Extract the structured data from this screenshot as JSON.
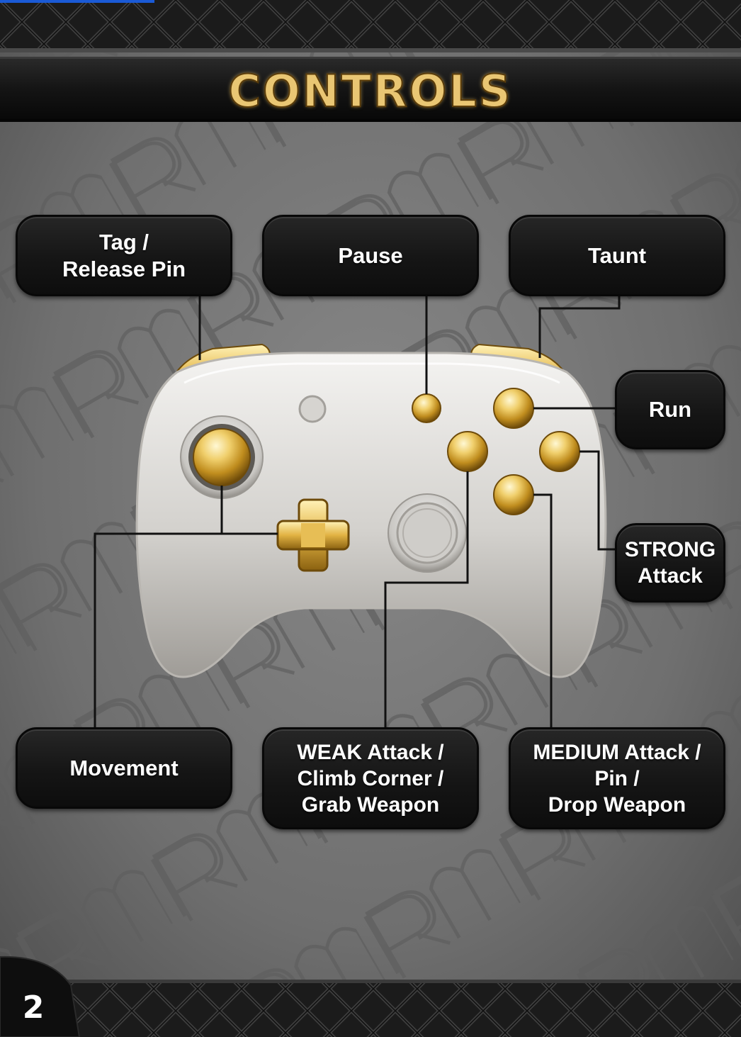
{
  "page": {
    "title": "CONTROLS",
    "page_number": "2",
    "watermark_text": "RMW",
    "colors": {
      "background": "#6d6d6d",
      "banner": "#141414",
      "gold": "#d9a92e",
      "gold_light": "#fff1b0",
      "controller_body": "#dcdad6",
      "callout_text": "#ffffff",
      "accent_bar": "#1a5ad6"
    }
  },
  "callouts": {
    "tag_release_pin": "Tag /\nRelease Pin",
    "pause": "Pause",
    "taunt": "Taunt",
    "run": "Run",
    "strong_attack": "STRONG\nAttack",
    "movement": "Movement",
    "weak_attack": "WEAK Attack /\nClimb Corner /\nGrab Weapon",
    "medium_attack": "MEDIUM Attack /\nPin /\nDrop Weapon"
  },
  "controller": {
    "icons": [
      "left-bumper-icon",
      "right-bumper-icon",
      "left-stick-icon",
      "dpad-icon",
      "right-stick-icon",
      "start-button-icon",
      "select-button-icon",
      "face-button-top-icon",
      "face-button-left-icon",
      "face-button-right-icon",
      "face-button-bottom-icon"
    ]
  }
}
